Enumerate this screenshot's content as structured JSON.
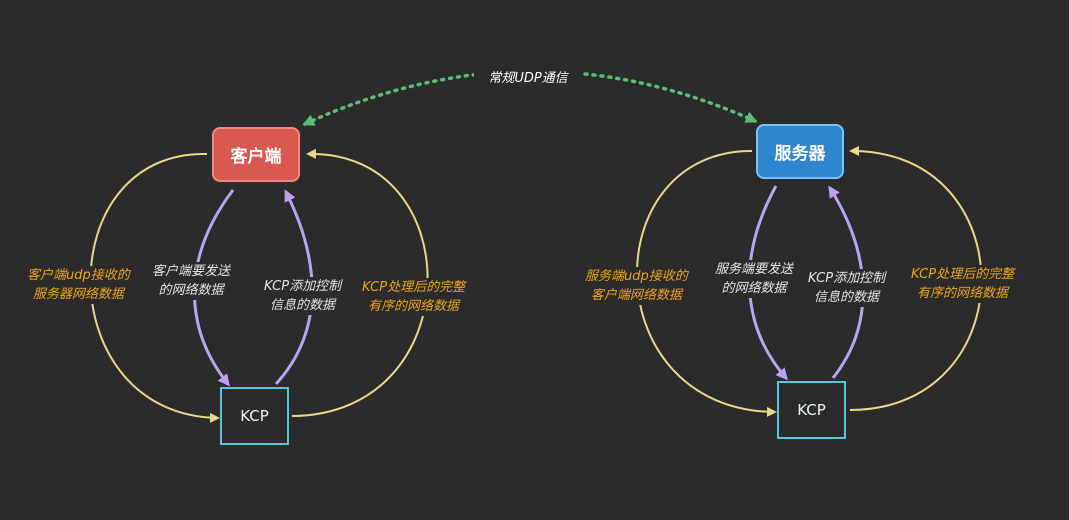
{
  "top_link": {
    "label": "常规UDP通信"
  },
  "client_side": {
    "app_node": "客户端",
    "kcp_node": "KCP",
    "outer_left_label": [
      "客户端udp接收的",
      "服务器网络数据"
    ],
    "inner_left_label": [
      "客户端要发送",
      "的网络数据"
    ],
    "inner_right_label": [
      "KCP添加控制",
      "信息的数据"
    ],
    "outer_right_label": [
      "KCP处理后的完整",
      "有序的网络数据"
    ]
  },
  "server_side": {
    "app_node": "服务器",
    "kcp_node": "KCP",
    "outer_left_label": [
      "服务端udp接收的",
      "客户端网络数据"
    ],
    "inner_left_label": [
      "服务端要发送",
      "的网络数据"
    ],
    "inner_right_label": [
      "KCP添加控制",
      "信息的数据"
    ],
    "outer_right_label": [
      "KCP处理后的完整",
      "有序的网络数据"
    ]
  },
  "colors": {
    "background": "#2b2b2b",
    "client_fill": "#d9584f",
    "server_fill": "#2f86cf",
    "kcp_border": "#58c7dc",
    "outer_arrow": "#e8d98a",
    "inner_arrow": "#b9a3f2",
    "dotted_arrow": "#5dbb78",
    "yellow_text": "#f0a51a"
  }
}
